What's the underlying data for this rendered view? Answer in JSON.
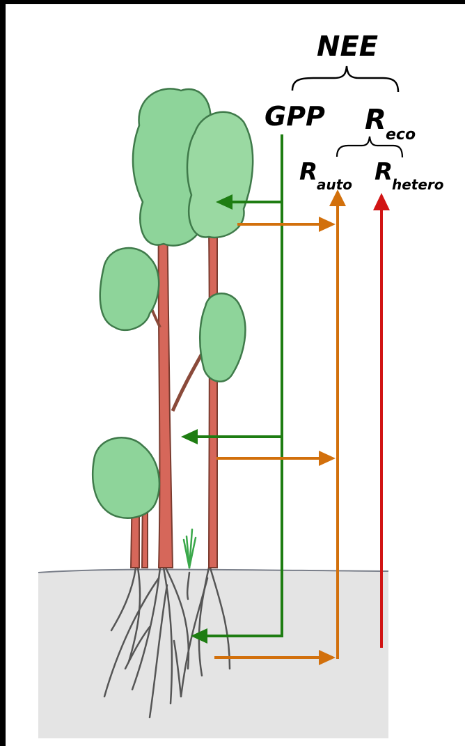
{
  "labels": {
    "nee": "NEE",
    "gpp": "GPP",
    "reco": {
      "main": "R",
      "sub": "eco"
    },
    "rauto": {
      "main": "R",
      "sub": "auto"
    },
    "rhetero": {
      "main": "R",
      "sub": "hetero"
    }
  },
  "colors": {
    "gpp": "#1e7d12",
    "rauto": "#d2700c",
    "rhetero": "#d11414",
    "foliage": "#8ed49a",
    "foliage_dark": "#5fae6c",
    "trunk": "#d6675a",
    "trunk_dark": "#7a3b2f",
    "soil": "#cfcfcf",
    "roots": "#555555",
    "background": "#ffffff",
    "frame": "#000000"
  },
  "icons": {
    "trees": "tree-illustration-icon",
    "soil": "soil-roots-icon",
    "seedling": "seedling-icon"
  }
}
